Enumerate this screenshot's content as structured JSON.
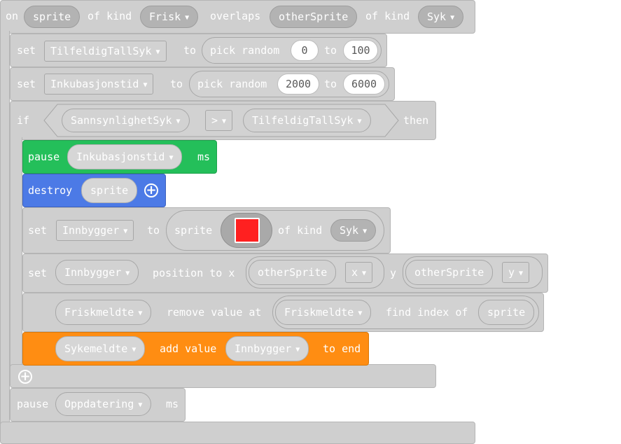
{
  "event": {
    "on": "on",
    "sprite": "sprite",
    "of_kind_1": "of kind",
    "kind1": "Frisk",
    "overlaps": "overlaps",
    "other": "otherSprite",
    "of_kind_2": "of kind",
    "kind2": "Syk"
  },
  "set1": {
    "set": "set",
    "var": "TilfeldigTallSyk",
    "to": "to",
    "pick": "pick random",
    "from": "0",
    "to2": "to",
    "max": "100"
  },
  "set2": {
    "set": "set",
    "var": "Inkubasjonstid",
    "to": "to",
    "pick": "pick random",
    "from": "2000",
    "to2": "to",
    "max": "6000"
  },
  "if_block": {
    "if": "if",
    "left": "SannsynlighetSyk",
    "op": ">",
    "right": "TilfeldigTallSyk",
    "then": "then"
  },
  "pause1": {
    "pause": "pause",
    "var": "Inkubasjonstid",
    "ms": "ms"
  },
  "destroy": {
    "label": "destroy",
    "arg": "sprite"
  },
  "set3": {
    "set": "set",
    "var": "Innbygger",
    "to": "to",
    "sprite": "sprite",
    "of_kind": "of kind",
    "kind": "Syk",
    "image_color": "#ff2020"
  },
  "setpos": {
    "set": "set",
    "var": "Innbygger",
    "position": "position to x",
    "x_obj": "otherSprite",
    "x_prop": "x",
    "y": "y",
    "y_obj": "otherSprite",
    "y_prop": "y"
  },
  "remove": {
    "list": "Friskmeldte",
    "label": "remove value at",
    "list2": "Friskmeldte",
    "find": "find index of",
    "arg": "sprite"
  },
  "add": {
    "list": "Sykemeldte",
    "label": "add value",
    "val": "Innbygger",
    "end": "to end"
  },
  "pause2": {
    "pause": "pause",
    "var": "Oppdatering",
    "ms": "ms"
  },
  "colors": {
    "events_grey": "#cfcfcf",
    "green": "#24bf5a",
    "blue": "#4c7ae6",
    "orange": "#ff8d12"
  }
}
